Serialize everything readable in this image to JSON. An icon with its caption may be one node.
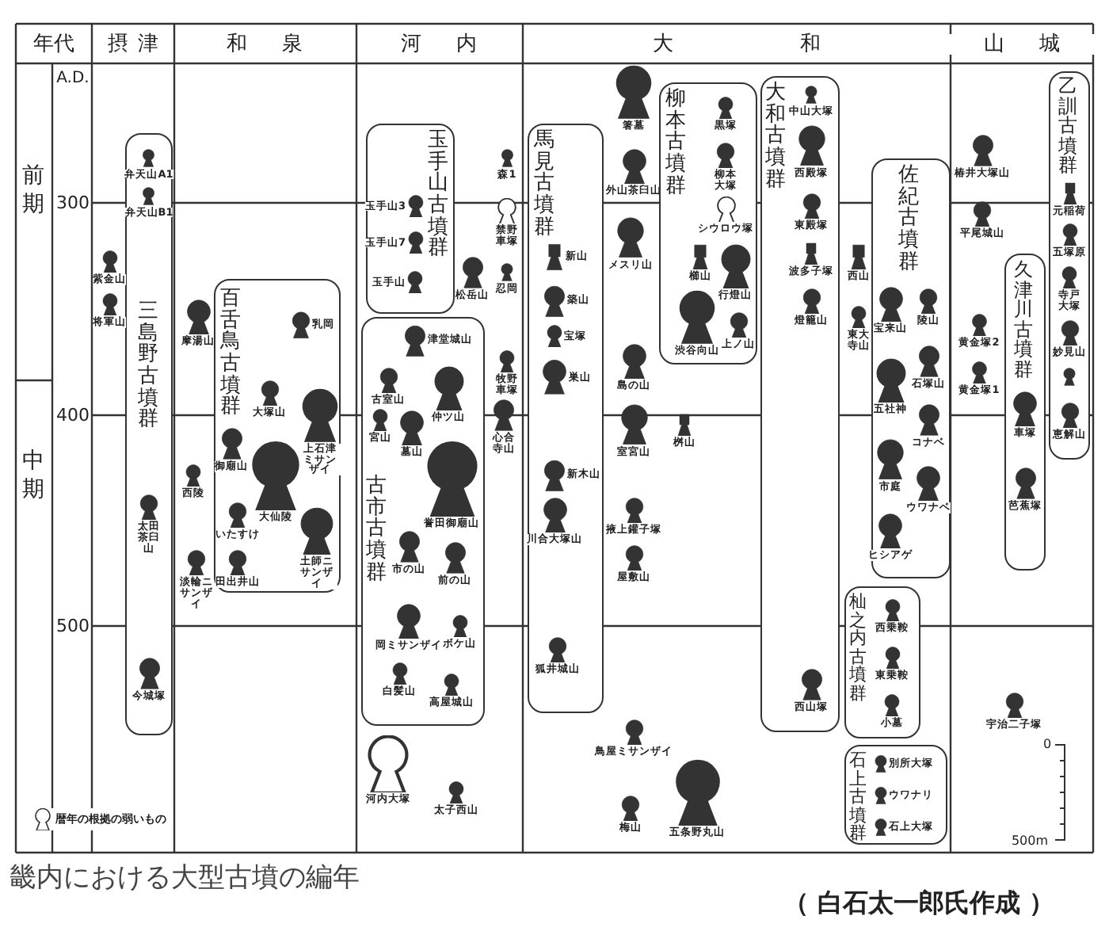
{
  "diagram": {
    "caption": "畿内における大型古墳の編年",
    "nodes": [
      {
        "text": [
          "三島野古墳群"
        ]
      },
      {
        "text": [
          "弁天山A1"
        ],
        "in": 0
      },
      {
        "text": [
          "弁天山B1"
        ],
        "in": 0
      },
      {
        "text": [
          "太田茶臼山"
        ],
        "in": 0
      },
      {
        "text": [
          "今城塚"
        ],
        "in": 0
      },
      {
        "text": [
          "紫金山"
        ]
      },
      {
        "text": [
          "将軍山"
        ]
      },
      {
        "text": [
          "摩湯山"
        ]
      },
      {
        "text": [
          "西陵"
        ]
      },
      {
        "text": [
          "淡輪ニサンザイ"
        ]
      },
      {
        "text": [
          "百舌鳥古墳群"
        ]
      },
      {
        "text": [
          "乳岡"
        ],
        "in": 10
      },
      {
        "text": [
          "大塚山"
        ],
        "in": 10
      },
      {
        "text": [
          "上石津ミサンザイ"
        ],
        "in": 10
      },
      {
        "text": [
          "御廟山"
        ],
        "in": 10
      },
      {
        "text": [
          "大仙陵"
        ],
        "in": 10
      },
      {
        "text": [
          "いたすけ"
        ],
        "in": 10
      },
      {
        "text": [
          "土師ニサンザイ"
        ],
        "in": 10
      },
      {
        "text": [
          "田出井山"
        ],
        "in": 10
      },
      {
        "text": [
          "玉手山古墳群"
        ]
      },
      {
        "text": [
          "玉手山3"
        ],
        "in": 19
      },
      {
        "text": [
          "玉手山7"
        ],
        "in": 19
      },
      {
        "text": [
          "玉手山"
        ],
        "in": 19
      },
      {
        "text": [
          "松岳山"
        ]
      },
      {
        "text": [
          "森1"
        ]
      },
      {
        "text": [
          "禁野車塚"
        ]
      },
      {
        "text": [
          "忍岡"
        ]
      },
      {
        "text": [
          "古市古墳群"
        ]
      },
      {
        "text": [
          "津堂城山"
        ],
        "in": 27
      },
      {
        "text": [
          "古室山"
        ],
        "in": 27
      },
      {
        "text": [
          "仲ツ山"
        ],
        "in": 27
      },
      {
        "text": [
          "宮山"
        ],
        "in": 27
      },
      {
        "text": [
          "墓山"
        ],
        "in": 27
      },
      {
        "text": [
          "誉田御廟山"
        ],
        "in": 27
      },
      {
        "text": [
          "市の山"
        ],
        "in": 27
      },
      {
        "text": [
          "前の山"
        ],
        "in": 27
      },
      {
        "text": [
          "岡ミサンザイ"
        ],
        "in": 27
      },
      {
        "text": [
          "ボケ山"
        ],
        "in": 27
      },
      {
        "text": [
          "白髪山"
        ],
        "in": 27
      },
      {
        "text": [
          "高屋城山"
        ],
        "in": 27
      },
      {
        "text": [
          "牧野車塚"
        ]
      },
      {
        "text": [
          "心合寺山"
        ]
      },
      {
        "text": [
          "河内大塚"
        ]
      },
      {
        "text": [
          "太子西山"
        ]
      },
      {
        "text": [
          "馬見古墳群"
        ]
      },
      {
        "text": [
          "新山"
        ],
        "in": 44
      },
      {
        "text": [
          "築山"
        ],
        "in": 44
      },
      {
        "text": [
          "宝塚"
        ],
        "in": 44
      },
      {
        "text": [
          "巣山"
        ],
        "in": 44
      },
      {
        "text": [
          "新木山"
        ],
        "in": 44
      },
      {
        "text": [
          "川合大塚山"
        ],
        "in": 44
      },
      {
        "text": [
          "狐井城山"
        ],
        "in": 44
      },
      {
        "text": [
          "箸墓"
        ]
      },
      {
        "text": [
          "外山茶臼山"
        ]
      },
      {
        "text": [
          "メスリ山"
        ]
      },
      {
        "text": [
          "島の山"
        ]
      },
      {
        "text": [
          "室宮山"
        ]
      },
      {
        "text": [
          "掖上鑵子塚"
        ]
      },
      {
        "text": [
          "屋敷山"
        ]
      },
      {
        "text": [
          "桝山"
        ]
      },
      {
        "text": [
          "鳥屋ミサンザイ"
        ]
      },
      {
        "text": [
          "梅山"
        ]
      },
      {
        "text": [
          "五条野丸山"
        ]
      },
      {
        "text": [
          "柳本古墳群"
        ]
      },
      {
        "text": [
          "黒塚"
        ],
        "in": 63
      },
      {
        "text": [
          "柳本大塚"
        ],
        "in": 63
      },
      {
        "text": [
          "シウロウ塚"
        ],
        "in": 63
      },
      {
        "text": [
          "櫛山"
        ],
        "in": 63
      },
      {
        "text": [
          "行燈山"
        ],
        "in": 63
      },
      {
        "text": [
          "渋谷向山"
        ],
        "in": 63
      },
      {
        "text": [
          "上ノ山"
        ],
        "in": 63
      },
      {
        "text": [
          "大和古墳群"
        ]
      },
      {
        "text": [
          "中山大塚"
        ],
        "in": 71
      },
      {
        "text": [
          "西殿塚"
        ],
        "in": 71
      },
      {
        "text": [
          "東殿塚"
        ],
        "in": 71
      },
      {
        "text": [
          "波多子塚"
        ],
        "in": 71
      },
      {
        "text": [
          "燈籠山"
        ],
        "in": 71
      },
      {
        "text": [
          "西山塚"
        ],
        "in": 71
      },
      {
        "text": [
          "西山"
        ]
      },
      {
        "text": [
          "東大寺山"
        ]
      },
      {
        "text": [
          "佐紀古墳群"
        ]
      },
      {
        "text": [
          "宝来山"
        ],
        "in": 80
      },
      {
        "text": [
          "陵山"
        ],
        "in": 80
      },
      {
        "text": [
          "五社神"
        ],
        "in": 80
      },
      {
        "text": [
          "石塚山"
        ],
        "in": 80
      },
      {
        "text": [
          "コナベ"
        ],
        "in": 80
      },
      {
        "text": [
          "市庭"
        ],
        "in": 80
      },
      {
        "text": [
          "ウワナベ"
        ],
        "in": 80
      },
      {
        "text": [
          "ヒシアゲ"
        ],
        "in": 80
      },
      {
        "text": [
          "杣之内古墳群"
        ]
      },
      {
        "text": [
          "西乗鞍"
        ],
        "in": 89
      },
      {
        "text": [
          "東乗鞍"
        ],
        "in": 89
      },
      {
        "text": [
          "小墓"
        ],
        "in": 89
      },
      {
        "text": [
          "石上古墳群"
        ]
      },
      {
        "text": [
          "別所大塚"
        ],
        "in": 93
      },
      {
        "text": [
          "ウワナリ"
        ],
        "in": 93
      },
      {
        "text": [
          "石上大塚"
        ],
        "in": 93
      },
      {
        "text": [
          "椿井大塚山"
        ]
      },
      {
        "text": [
          "平尾城山"
        ]
      },
      {
        "text": [
          "黄金塚2"
        ]
      },
      {
        "text": [
          "黄金塚1"
        ]
      },
      {
        "text": [
          "久津川古墳群"
        ]
      },
      {
        "text": [
          "車塚"
        ],
        "in": 101
      },
      {
        "text": [
          "芭蕉塚"
        ],
        "in": 101
      },
      {
        "text": [
          "乙訓古墳群"
        ]
      },
      {
        "text": [
          "元稲荷"
        ],
        "in": 104
      },
      {
        "text": [
          "五塚原"
        ],
        "in": 104
      },
      {
        "text": [
          "寺戸大塚"
        ],
        "in": 104
      },
      {
        "text": [
          "妙見山"
        ],
        "in": 104
      },
      {
        "text": [],
        "shape": "keyhole",
        "in": 104
      },
      {
        "text": [
          "恵解山"
        ],
        "in": 104
      },
      {
        "text": [
          "宇治二子塚"
        ]
      }
    ],
    "labels": [
      "年代",
      "摂津",
      "和泉",
      "河内",
      "大和",
      "山城",
      "A.D.",
      "300",
      "400",
      "500",
      "前期",
      "中期",
      "0",
      "500m",
      "（ 白石太一郎氏作成 ）"
    ],
    "legend": [
      {
        "text": "暦年の根拠の弱いもの"
      }
    ]
  }
}
